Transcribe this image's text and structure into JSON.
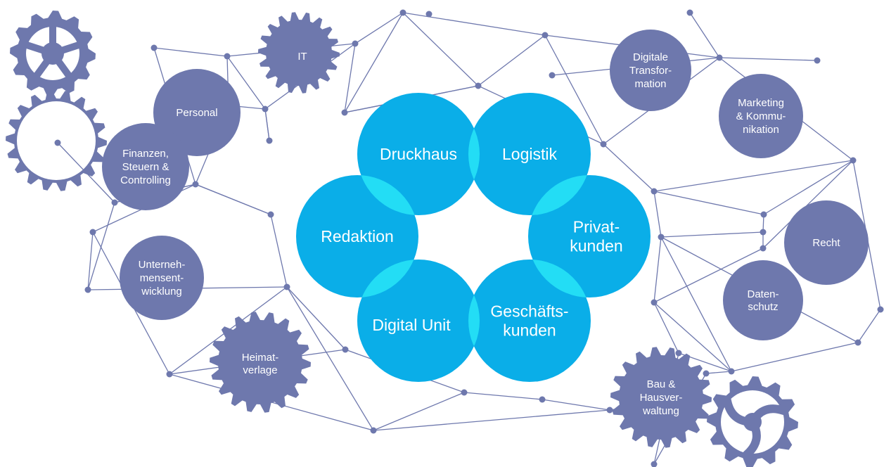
{
  "colors": {
    "node": "#6e78ad",
    "line": "#6e78ad",
    "core": "#0aaee8",
    "overlap": "#23ddf5",
    "text": "#ffffff"
  },
  "core": {
    "druckhaus": [
      "Druckhaus"
    ],
    "logistik": [
      "Logistik"
    ],
    "redaktion": [
      "Redaktion"
    ],
    "privatkunden": [
      "Privat-",
      "kunden"
    ],
    "digital_unit": [
      "Digital Unit"
    ],
    "geschaeftskunden": [
      "Geschäfts-",
      "kunden"
    ]
  },
  "departments": {
    "it": [
      "IT"
    ],
    "personal": [
      "Personal"
    ],
    "finanzen": [
      "Finanzen,",
      "Steuern &",
      "Controlling"
    ],
    "unternehmensentwicklung": [
      "Unterneh-",
      "mensent-",
      "wicklung"
    ],
    "heimatverlage": [
      "Heimat-",
      "verlage"
    ],
    "digitale_transformation": [
      "Digitale",
      "Transfor-",
      "mation"
    ],
    "marketing": [
      "Marketing",
      "& Kommu-",
      "nikation"
    ],
    "recht": [
      "Recht"
    ],
    "datenschutz": [
      "Daten-",
      "schutz"
    ],
    "bau": [
      "Bau &",
      "Hausver-",
      "waltung"
    ]
  },
  "icons": [
    "gear-icon",
    "gear-icon",
    "gear-icon",
    "gear-icon",
    "gear-icon",
    "gear-icon"
  ]
}
